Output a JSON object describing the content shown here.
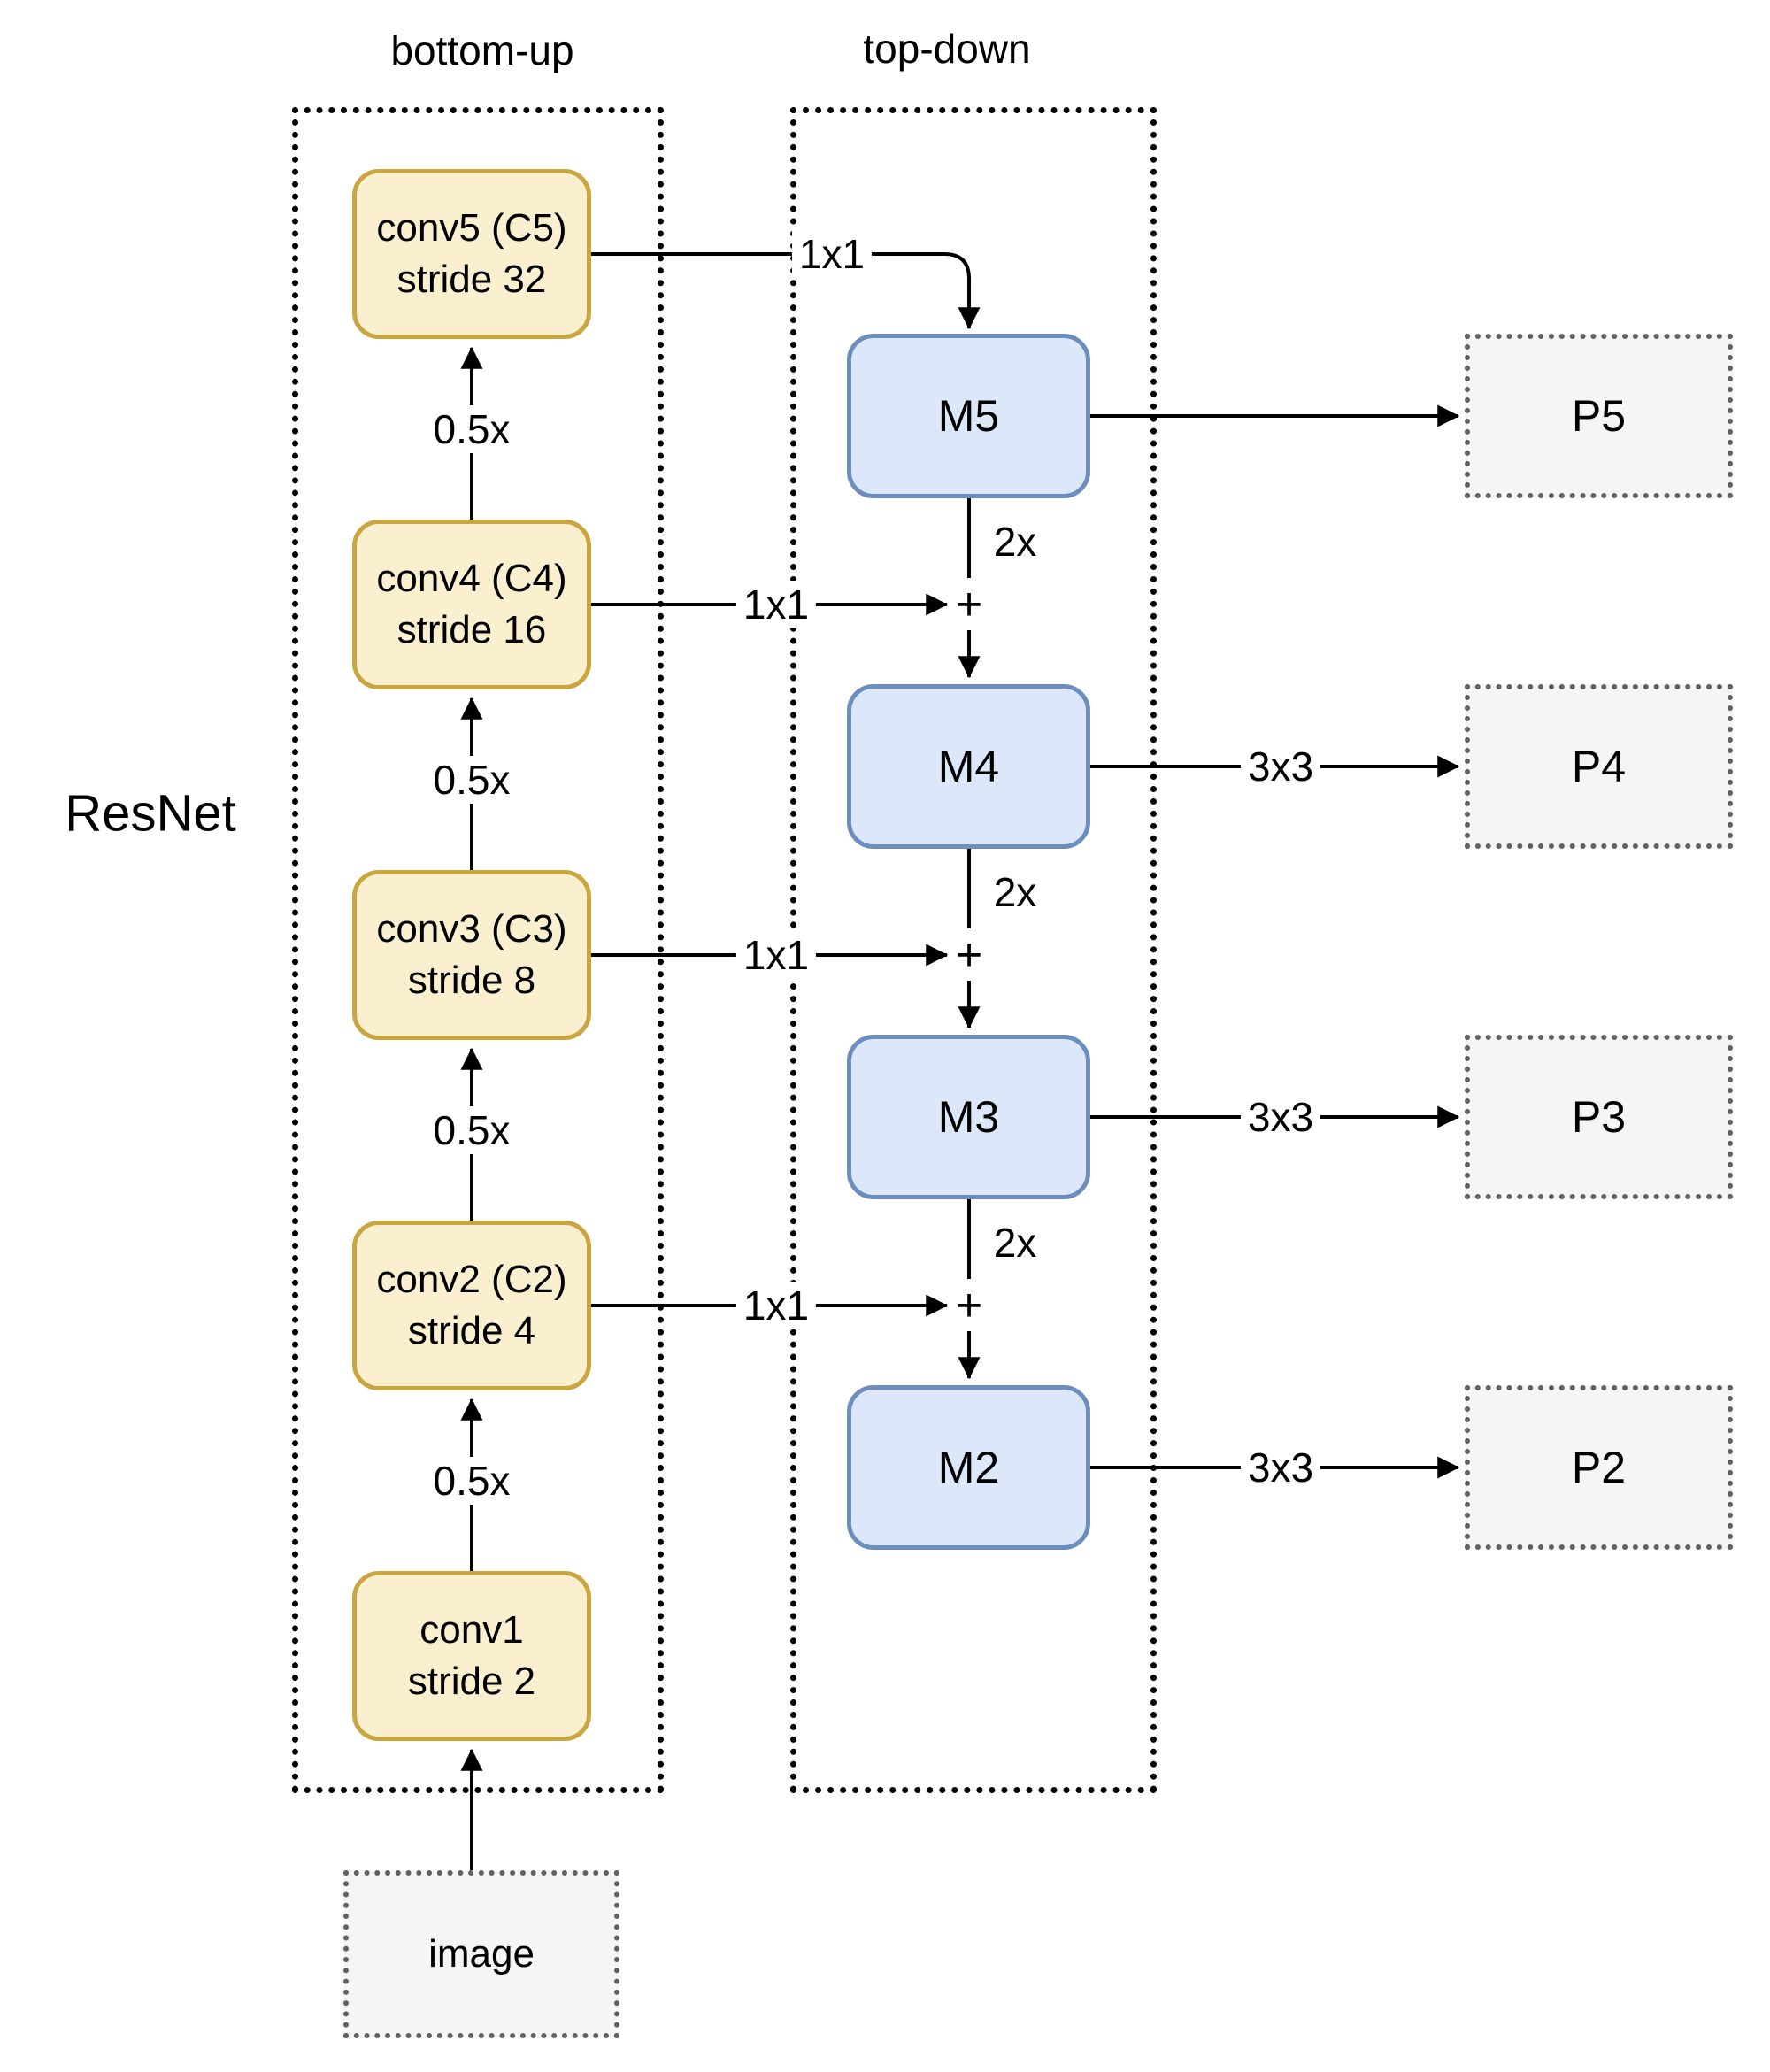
{
  "diagram": {
    "title_labels": {
      "bottom_up": "bottom-up",
      "top_down": "top-down",
      "backbone": "ResNet"
    },
    "bottom_up_blocks": [
      {
        "name": "conv5",
        "line1": "conv5 (C5)",
        "line2": "stride 32"
      },
      {
        "name": "conv4",
        "line1": "conv4 (C4)",
        "line2": "stride 16"
      },
      {
        "name": "conv3",
        "line1": "conv3 (C3)",
        "line2": "stride 8"
      },
      {
        "name": "conv2",
        "line1": "conv2 (C2)",
        "line2": "stride 4"
      },
      {
        "name": "conv1",
        "line1": "conv1",
        "line2": "stride 2"
      }
    ],
    "top_down_blocks": [
      {
        "label": "M5"
      },
      {
        "label": "M4"
      },
      {
        "label": "M3"
      },
      {
        "label": "M2"
      }
    ],
    "output_blocks": [
      {
        "label": "P5"
      },
      {
        "label": "P4"
      },
      {
        "label": "P3"
      },
      {
        "label": "P2"
      }
    ],
    "input_block": {
      "label": "image"
    },
    "edge_labels": {
      "downsample": "0.5x",
      "lateral": "1x1",
      "upsample": "2x",
      "smooth": "3x3",
      "merge": "+"
    },
    "colors": {
      "conv_fill": "#FAF0CF",
      "conv_stroke": "#C9A63F",
      "m_fill": "#DCE8FA",
      "m_stroke": "#6C8EBF",
      "io_fill": "#F5F5F5",
      "io_stroke": "#616161",
      "connector": "#000000"
    }
  }
}
